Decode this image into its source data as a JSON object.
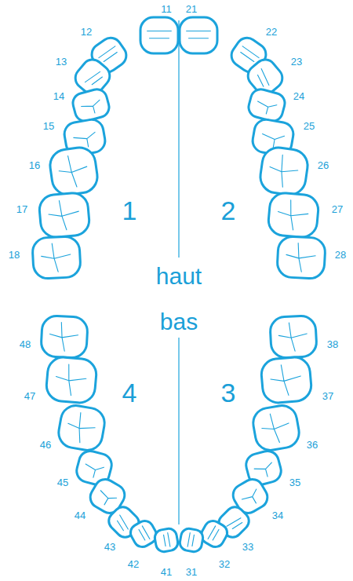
{
  "diagram": {
    "labels": [
      "11",
      "21",
      "12",
      "22",
      "13",
      "23",
      "14",
      "24",
      "15",
      "25",
      "16",
      "26",
      "17",
      "27",
      "1",
      "2",
      "18",
      "28",
      "haut",
      "bas",
      "48",
      "38",
      "47",
      "37",
      "4",
      "3",
      "46",
      "36",
      "45",
      "35",
      "44",
      "34",
      "43",
      "33",
      "42",
      "32",
      "41",
      "31"
    ]
  }
}
